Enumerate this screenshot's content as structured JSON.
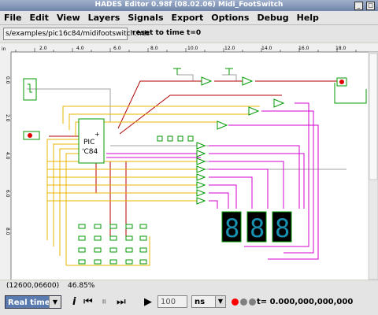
{
  "window": {
    "title": "HADES Editor 0.98f (08.02.06)  Midi_FootSwitch"
  },
  "menu": [
    "File",
    "Edit",
    "View",
    "Layers",
    "Signals",
    "Export",
    "Options",
    "Debug",
    "Help"
  ],
  "toolbar": {
    "path": "s/examples/pic16c84/midifootswitch.hds",
    "reset_label": "reset to time t=0"
  },
  "ruler": {
    "unit": "in",
    "top_ticks": [
      "2.0",
      "4.0",
      "6.0",
      "8.0",
      "10.0",
      "12.0",
      "14.0",
      "16.0",
      "18.0"
    ],
    "left_ticks": [
      "0.0",
      "2.0",
      "4.0",
      "6.0",
      "8.0"
    ]
  },
  "schematic": {
    "chip_label_1": "PIC",
    "chip_label_2": "'C84",
    "pin_plus": "+",
    "wire_colors": {
      "yellow": "#e8b400",
      "red": "#b00000",
      "magenta": "#d000d0",
      "green": "#009a00",
      "gray": "#a0a0a0",
      "display": "#1890b0"
    },
    "displays": [
      {
        "digit": "8"
      },
      {
        "digit": "8"
      },
      {
        "digit": "8"
      }
    ]
  },
  "status": {
    "coords": "(12600,06600)",
    "zoom": "46.85%"
  },
  "sim": {
    "mode": "Real time",
    "step": "100",
    "unit": "ns",
    "time": "t= 0.000,000,000,000",
    "colors": {
      "run": "#ff0000",
      "idle": "#808080"
    }
  }
}
